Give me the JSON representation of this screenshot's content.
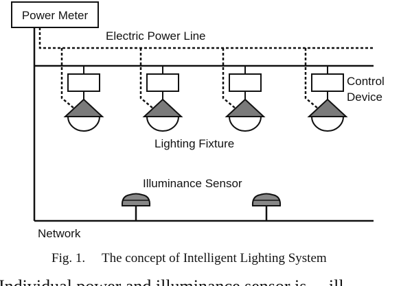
{
  "labels": {
    "power_meter": "Power Meter",
    "electric_power_line": "Electric Power Line",
    "control_device_line1": "Control",
    "control_device_line2": "Device",
    "lighting_fixture": "Lighting Fixture",
    "illuminance_sensor": "Illuminance Sensor",
    "network": "Network"
  },
  "caption": {
    "fig": "Fig. 1.",
    "text": "The concept of Intelligent Lighting System"
  },
  "cut_off_text": "Individual power and illuminance sensor is ... ill",
  "colors": {
    "line": "#111111",
    "lamp_shade": "#7a7a7a",
    "sensor_fill": "#888888",
    "background": "#ffffff"
  },
  "counts": {
    "lighting_fixtures": 4,
    "illuminance_sensors": 2
  }
}
